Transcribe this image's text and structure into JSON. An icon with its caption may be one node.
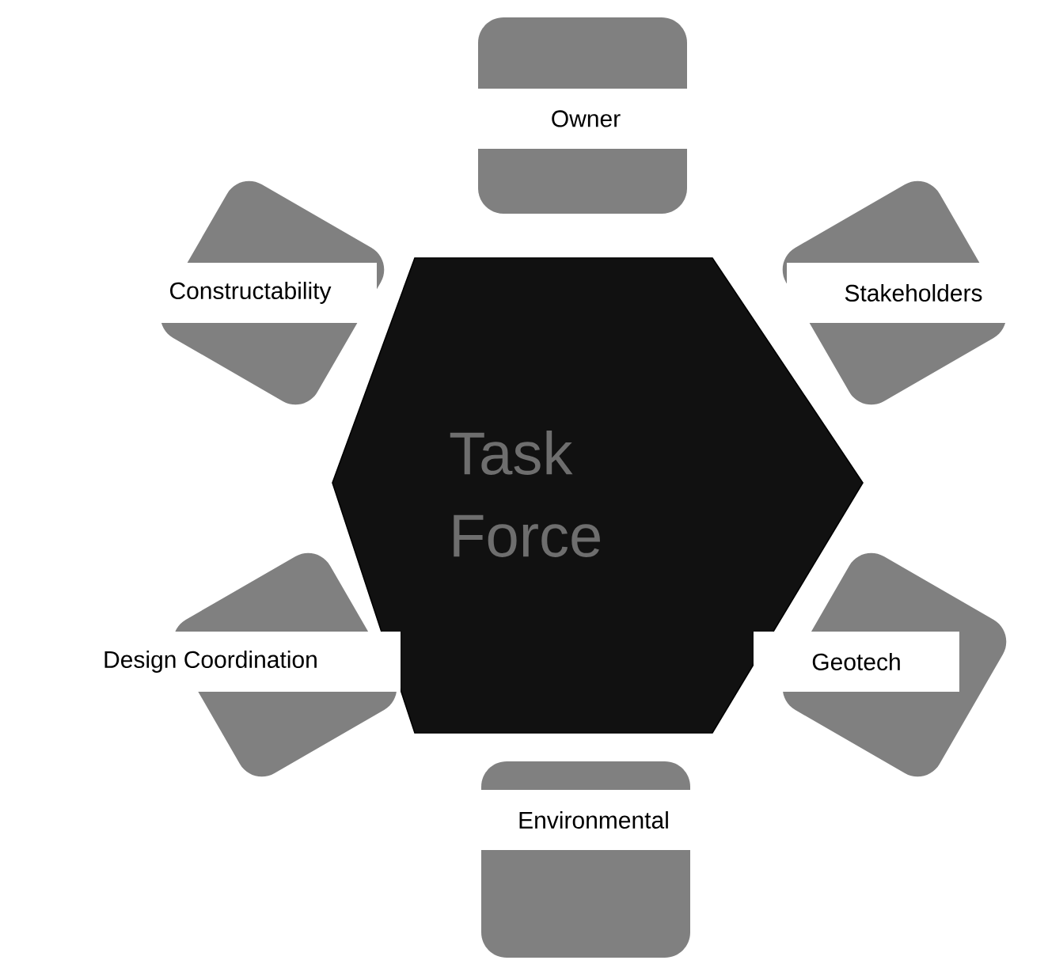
{
  "diagram": {
    "nodes": [
      {
        "text": [
          "Task Force"
        ]
      },
      {
        "text": [
          "Owner"
        ]
      },
      {
        "text": [
          "Constructability"
        ]
      },
      {
        "text": [
          "Stakeholders"
        ]
      },
      {
        "text": [
          "Design Coordination"
        ]
      },
      {
        "text": [
          "Geotech"
        ]
      },
      {
        "text": [
          "Environmental"
        ]
      }
    ]
  }
}
